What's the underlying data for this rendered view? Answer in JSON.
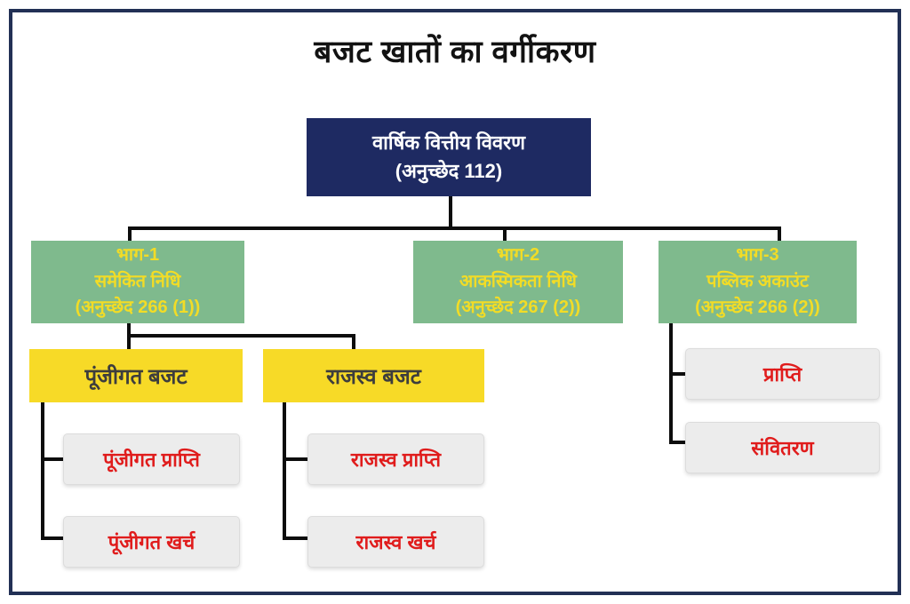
{
  "title": "बजट खातों का वर्गीकरण",
  "root": {
    "line1": "वार्षिक वित्तीय विवरण",
    "line2": "(अनुच्छेद 112)"
  },
  "parts": [
    {
      "line1": "भाग-1",
      "line2": "समेकित निधि",
      "line3": "(अनुच्छेद 266 (1))"
    },
    {
      "line1": "भाग-2",
      "line2": "आकस्मिकता निधि",
      "line3": "(अनुच्छेद 267 (2))"
    },
    {
      "line1": "भाग-3",
      "line2": "पब्लिक अकाउंट",
      "line3": "(अनुच्छेद 266 (2))"
    }
  ],
  "budgets": {
    "capital": "पूंजीगत बजट",
    "revenue": "राजस्व बजट"
  },
  "leaves": {
    "capital": [
      "पूंजीगत प्राप्ति",
      "पूंजीगत खर्च"
    ],
    "revenue": [
      "राजस्व प्राप्ति",
      "राजस्व खर्च"
    ],
    "public": [
      "प्राप्ति",
      "संवितरण"
    ]
  },
  "colors": {
    "frame_border": "#223055",
    "root_fill": "#1e2a62",
    "root_text": "#ffffff",
    "part_fill": "#7fba8d",
    "part_text": "#f2dc26",
    "budget_fill": "#f7da27",
    "budget_text": "#3d3d3d",
    "leaf_fill": "#ececec",
    "leaf_text": "#e01c1c",
    "connector": "#0d0d0d"
  }
}
